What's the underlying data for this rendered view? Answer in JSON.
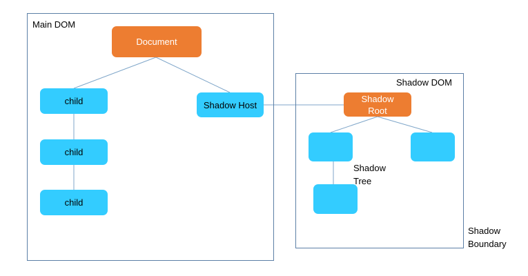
{
  "main_dom": {
    "label": "Main DOM",
    "document": "Document",
    "children": [
      "child",
      "child",
      "child"
    ],
    "shadow_host": "Shadow Host"
  },
  "shadow_dom": {
    "label": "Shadow DOM",
    "shadow_root": "Shadow Root",
    "shadow_tree": "Shadow Tree"
  },
  "shadow_boundary": "Shadow Boundary",
  "colors": {
    "blue_node": "#33ccff",
    "orange_node": "#ed7d31",
    "frame_border": "#5b7fa6",
    "connector": "#7fa6c9"
  }
}
